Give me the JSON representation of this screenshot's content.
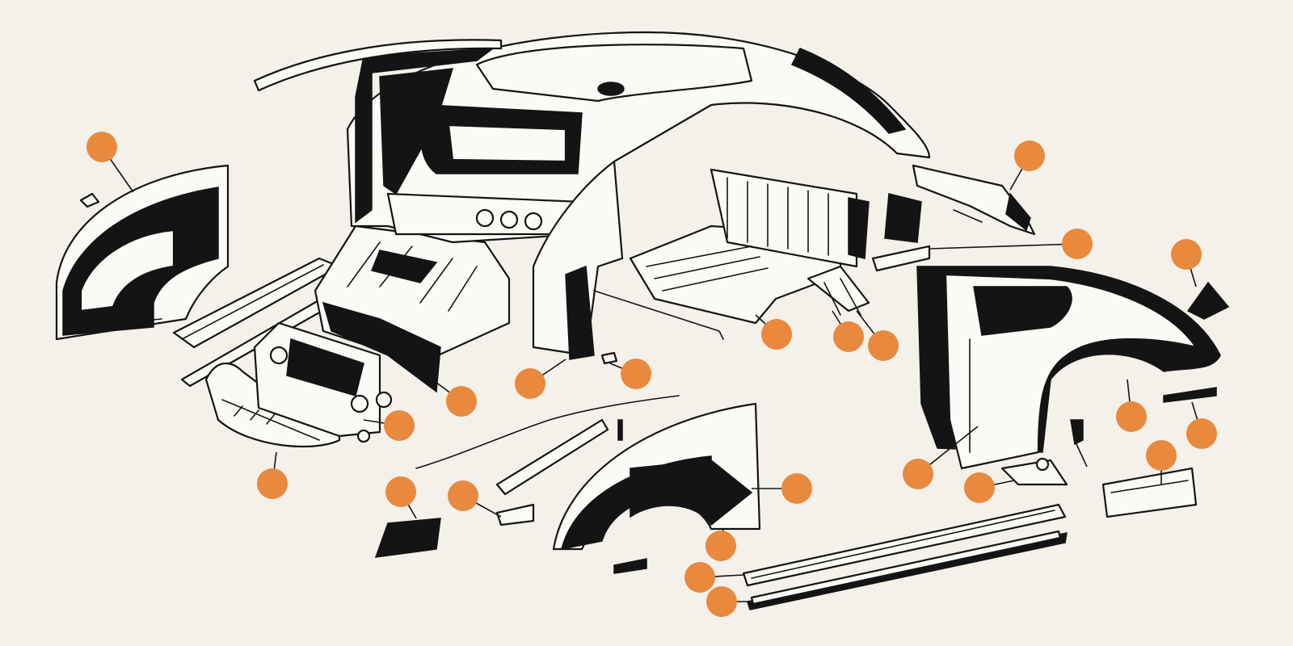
{
  "diagram": {
    "subject": "exploded-body-panels",
    "accent": "#e8893e",
    "line_color": "#141414",
    "background": "#f4f0ea",
    "part_fill": "#fbfaf6"
  },
  "hotspots": [
    {
      "id": "front-left-fender"
    },
    {
      "id": "front-left-apron"
    },
    {
      "id": "left-rear-quarter-trim"
    },
    {
      "id": "rear-deck-cover"
    },
    {
      "id": "rear-right-quarter-panel"
    },
    {
      "id": "rear-corner-bracket"
    },
    {
      "id": "rear-luggage-floor"
    },
    {
      "id": "rear-floor-brace-left"
    },
    {
      "id": "rear-floor-brace-right"
    },
    {
      "id": "a-pillar-bracket"
    },
    {
      "id": "door-pillar-post"
    },
    {
      "id": "spare-wheel-well"
    },
    {
      "id": "front-headlight-panel"
    },
    {
      "id": "front-valance"
    },
    {
      "id": "wheel-arch-inner-left"
    },
    {
      "id": "wheel-arch-inner-right"
    },
    {
      "id": "rear-quarter-lower"
    },
    {
      "id": "rear-apron-strip"
    },
    {
      "id": "heater-channel"
    },
    {
      "id": "front-floor-section"
    },
    {
      "id": "front-right-fender"
    },
    {
      "id": "small-gusset"
    },
    {
      "id": "sill-plate"
    },
    {
      "id": "running-board"
    },
    {
      "id": "jack-point"
    },
    {
      "id": "rear-fender-mount"
    },
    {
      "id": "rear-valance"
    }
  ]
}
